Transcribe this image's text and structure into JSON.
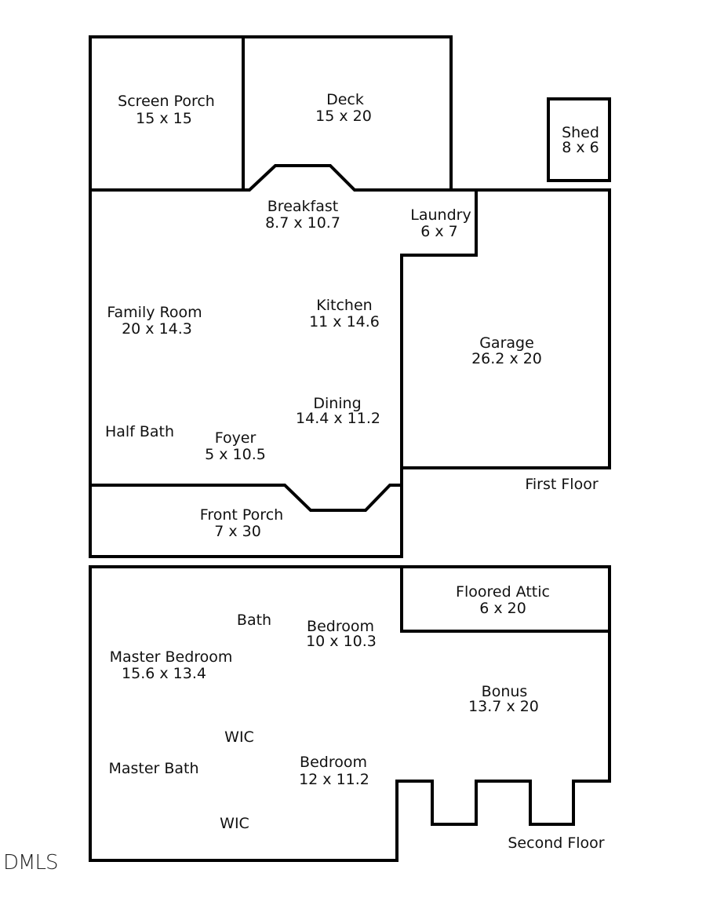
{
  "floors": {
    "first": {
      "label": "First Floor",
      "rooms": [
        {
          "name": "Screen Porch",
          "dims": "15 x 15"
        },
        {
          "name": "Deck",
          "dims": "15 x 20"
        },
        {
          "name": "Shed",
          "dims": "8 x 6"
        },
        {
          "name": "Breakfast",
          "dims": "8.7 x 10.7"
        },
        {
          "name": "Laundry",
          "dims": "6 x 7"
        },
        {
          "name": "Family Room",
          "dims": "20 x 14.3"
        },
        {
          "name": "Kitchen",
          "dims": "11 x 14.6"
        },
        {
          "name": "Garage",
          "dims": "26.2 x 20"
        },
        {
          "name": "Dining",
          "dims": "14.4 x 11.2"
        },
        {
          "name": "Half Bath",
          "dims": ""
        },
        {
          "name": "Foyer",
          "dims": "5 x 10.5"
        },
        {
          "name": "Front Porch",
          "dims": "7 x 30"
        }
      ]
    },
    "second": {
      "label": "Second Floor",
      "rooms": [
        {
          "name": "Floored Attic",
          "dims": "6 x 20"
        },
        {
          "name": "Bath",
          "dims": ""
        },
        {
          "name": "Bedroom",
          "dims": "10 x 10.3"
        },
        {
          "name": "Master Bedroom",
          "dims": "15.6 x 13.4"
        },
        {
          "name": "Bonus",
          "dims": "13.7 x 20"
        },
        {
          "name": "WIC",
          "dims": ""
        },
        {
          "name": "Master Bath",
          "dims": ""
        },
        {
          "name": "Bedroom",
          "dims": "12 x 11.2"
        },
        {
          "name": "WIC",
          "dims": ""
        }
      ]
    }
  },
  "watermark": "DMLS",
  "colors": {
    "wall": "#000000",
    "background": "#ffffff"
  }
}
